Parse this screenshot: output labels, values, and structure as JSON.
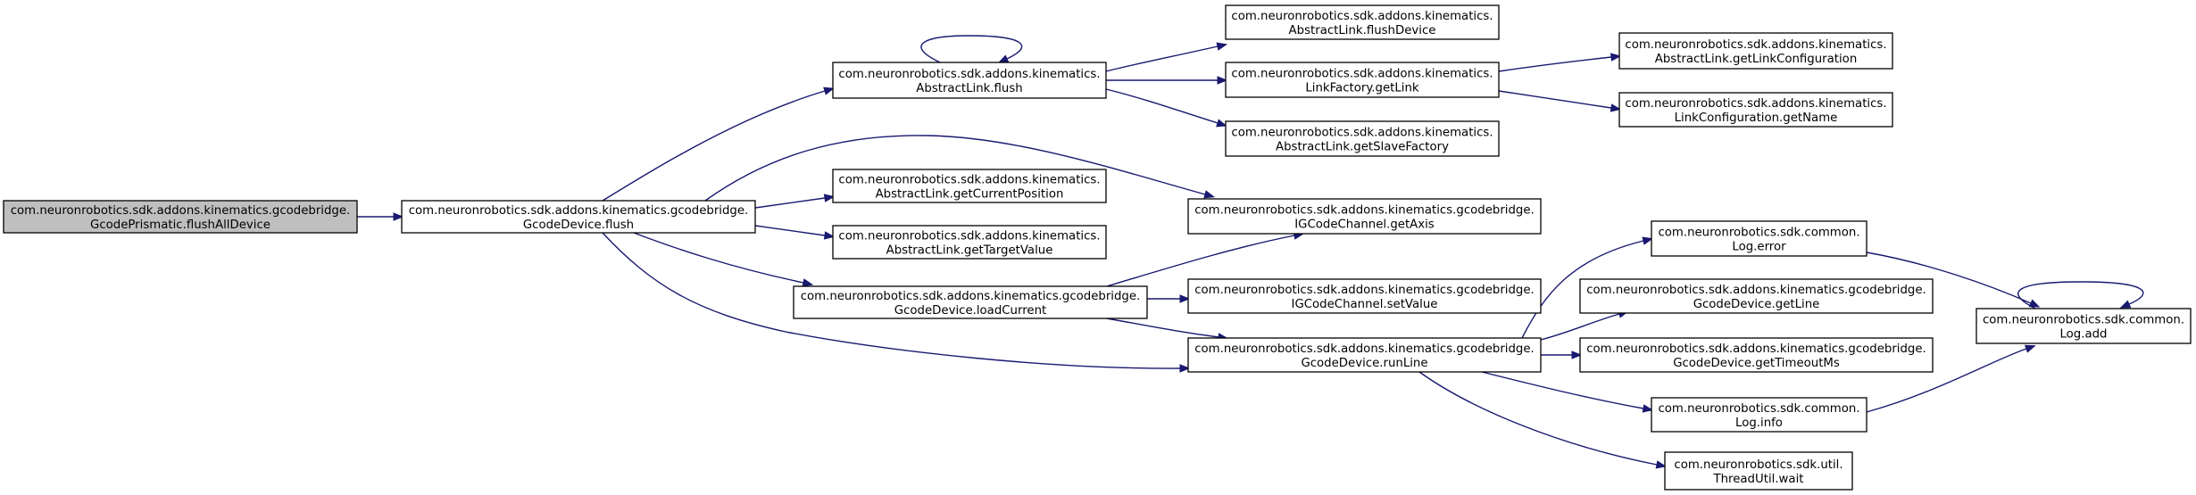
{
  "colors": {
    "edge": "#191970",
    "node_border": "#000000",
    "node_fill": "#ffffff",
    "root_fill": "#bfbfbf"
  },
  "nodes": [
    {
      "id": "root",
      "lines": [
        "com.neuronrobotics.sdk.addons.kinematics.gcodebridge.",
        "GcodePrismatic.flushAllDevice"
      ],
      "highlight": true
    },
    {
      "id": "gcode_flush",
      "lines": [
        "com.neuronrobotics.sdk.addons.kinematics.gcodebridge.",
        "GcodeDevice.flush"
      ]
    },
    {
      "id": "al_flush",
      "lines": [
        "com.neuronrobotics.sdk.addons.kinematics.",
        "AbstractLink.flush"
      ]
    },
    {
      "id": "al_getcur",
      "lines": [
        "com.neuronrobotics.sdk.addons.kinematics.",
        "AbstractLink.getCurrentPosition"
      ]
    },
    {
      "id": "al_gettarget",
      "lines": [
        "com.neuronrobotics.sdk.addons.kinematics.",
        "AbstractLink.getTargetValue"
      ]
    },
    {
      "id": "gcode_loadcur",
      "lines": [
        "com.neuronrobotics.sdk.addons.kinematics.gcodebridge.",
        "GcodeDevice.loadCurrent"
      ]
    },
    {
      "id": "al_flushdev",
      "lines": [
        "com.neuronrobotics.sdk.addons.kinematics.",
        "AbstractLink.flushDevice"
      ]
    },
    {
      "id": "lf_getlink",
      "lines": [
        "com.neuronrobotics.sdk.addons.kinematics.",
        "LinkFactory.getLink"
      ]
    },
    {
      "id": "al_getslave",
      "lines": [
        "com.neuronrobotics.sdk.addons.kinematics.",
        "AbstractLink.getSlaveFactory"
      ]
    },
    {
      "id": "ig_getaxis",
      "lines": [
        "com.neuronrobotics.sdk.addons.kinematics.gcodebridge.",
        "IGCodeChannel.getAxis"
      ]
    },
    {
      "id": "ig_setvalue",
      "lines": [
        "com.neuronrobotics.sdk.addons.kinematics.gcodebridge.",
        "IGCodeChannel.setValue"
      ]
    },
    {
      "id": "gcode_runline",
      "lines": [
        "com.neuronrobotics.sdk.addons.kinematics.gcodebridge.",
        "GcodeDevice.runLine"
      ]
    },
    {
      "id": "al_getlinkcfg",
      "lines": [
        "com.neuronrobotics.sdk.addons.kinematics.",
        "AbstractLink.getLinkConfiguration"
      ]
    },
    {
      "id": "lc_getname",
      "lines": [
        "com.neuronrobotics.sdk.addons.kinematics.",
        "LinkConfiguration.getName"
      ]
    },
    {
      "id": "log_error",
      "lines": [
        "com.neuronrobotics.sdk.common.",
        "Log.error"
      ]
    },
    {
      "id": "gcode_getline",
      "lines": [
        "com.neuronrobotics.sdk.addons.kinematics.gcodebridge.",
        "GcodeDevice.getLine"
      ]
    },
    {
      "id": "gcode_gettimeout",
      "lines": [
        "com.neuronrobotics.sdk.addons.kinematics.gcodebridge.",
        "GcodeDevice.getTimeoutMs"
      ]
    },
    {
      "id": "log_info",
      "lines": [
        "com.neuronrobotics.sdk.common.",
        "Log.info"
      ]
    },
    {
      "id": "thread_wait",
      "lines": [
        "com.neuronrobotics.sdk.util.",
        "ThreadUtil.wait"
      ]
    },
    {
      "id": "log_add",
      "lines": [
        "com.neuronrobotics.sdk.common.",
        "Log.add"
      ]
    }
  ],
  "edges": [
    {
      "from": "root",
      "to": "gcode_flush"
    },
    {
      "from": "gcode_flush",
      "to": "al_flush"
    },
    {
      "from": "gcode_flush",
      "to": "ig_getaxis"
    },
    {
      "from": "gcode_flush",
      "to": "al_getcur"
    },
    {
      "from": "gcode_flush",
      "to": "al_gettarget"
    },
    {
      "from": "gcode_flush",
      "to": "gcode_loadcur"
    },
    {
      "from": "gcode_flush",
      "to": "gcode_runline"
    },
    {
      "from": "al_flush",
      "to": "al_flush"
    },
    {
      "from": "al_flush",
      "to": "al_flushdev"
    },
    {
      "from": "al_flush",
      "to": "lf_getlink"
    },
    {
      "from": "al_flush",
      "to": "al_getslave"
    },
    {
      "from": "lf_getlink",
      "to": "al_getlinkcfg"
    },
    {
      "from": "lf_getlink",
      "to": "lc_getname"
    },
    {
      "from": "gcode_loadcur",
      "to": "ig_getaxis"
    },
    {
      "from": "gcode_loadcur",
      "to": "ig_setvalue"
    },
    {
      "from": "gcode_loadcur",
      "to": "gcode_runline"
    },
    {
      "from": "gcode_runline",
      "to": "log_error"
    },
    {
      "from": "gcode_runline",
      "to": "gcode_getline"
    },
    {
      "from": "gcode_runline",
      "to": "gcode_gettimeout"
    },
    {
      "from": "gcode_runline",
      "to": "log_info"
    },
    {
      "from": "gcode_runline",
      "to": "thread_wait"
    },
    {
      "from": "log_error",
      "to": "log_add"
    },
    {
      "from": "log_info",
      "to": "log_add"
    },
    {
      "from": "log_add",
      "to": "log_add"
    }
  ]
}
